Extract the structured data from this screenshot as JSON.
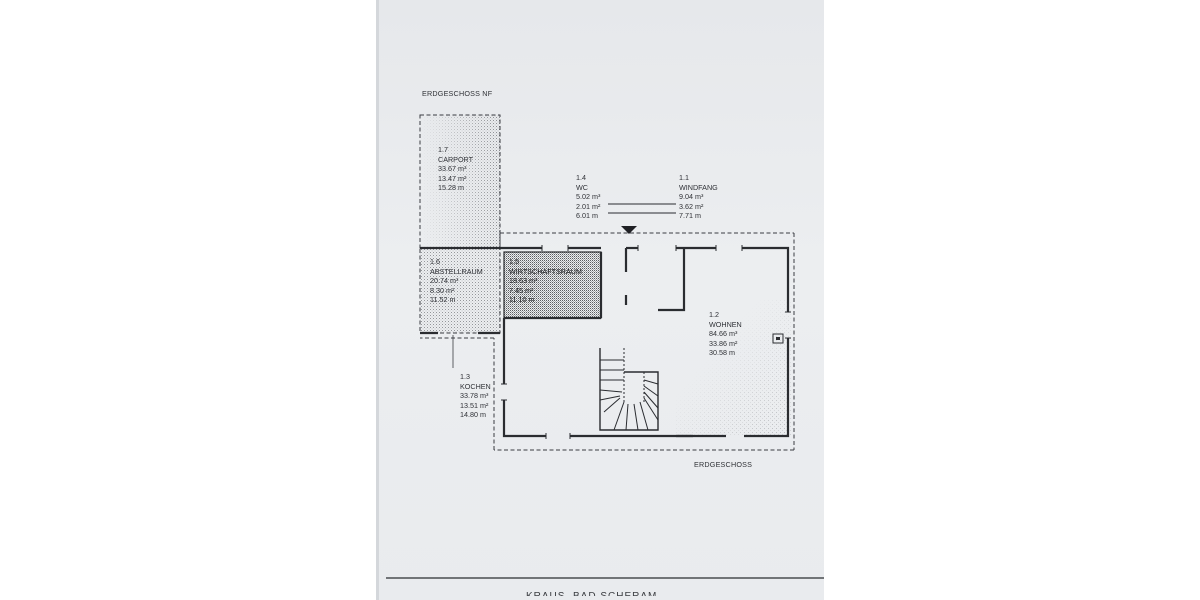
{
  "plan": {
    "title_nf": "ERDGESCHOSS NF",
    "title_main": "ERDGESCHOSS",
    "footer": "KRAUS, BAD SCHERAM",
    "rooms": {
      "carport": "1.7\nCARPORT\n33.67 m³\n13.47 m²\n15.28 m",
      "wc": "1.4\nWC\n5.02 m³\n2.01 m²\n6.01 m",
      "windfang": "1.1\nWINDFANG\n9.04 m³\n3.62 m²\n7.71 m",
      "abstellraum": "1.6\nABSTELLRAUM\n20.74 m³\n8.30 m²\n11.52 m",
      "wirtschaftsraum": "1.5\nWIRTSCHAFTSRAUM\n18.63 m³\n7.45 m²\n11.10 m",
      "wohnen": "1.2\nWOHNEN\n84.66 m³\n33.86 m²\n30.58 m",
      "kochen": "1.3\nKOCHEN\n33.78 m³\n13.51 m²\n14.80 m"
    }
  },
  "colors": {
    "paper": "#e8eaed",
    "ink": "#2f3136",
    "stipple": "#3a3c42"
  }
}
